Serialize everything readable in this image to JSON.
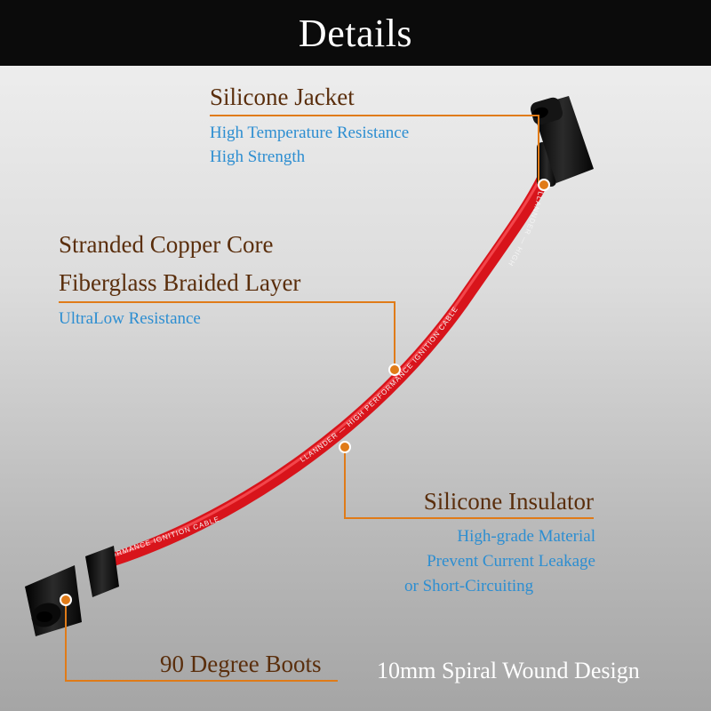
{
  "header": {
    "title": "Details"
  },
  "cable": {
    "print_upper": "LLANNDER — HIGH",
    "print_middle": "LLANNDER — HIGH  PERFORMANCE  IGNITION  CABLE",
    "print_lower": "FORMANCE  IGNITION  CABLE"
  },
  "callouts": {
    "silicone_jacket": {
      "title": "Silicone Jacket",
      "lines": [
        "High Temperature Resistance",
        "High Strength"
      ]
    },
    "copper_core": {
      "title_1": "Stranded Copper Core",
      "title_2": "Fiberglass Braided Layer",
      "lines": [
        "UltraLow Resistance"
      ]
    },
    "insulator": {
      "title": "Silicone Insulator",
      "lines": [
        "High-grade Material",
        "Prevent Current Leakage",
        "or Short-Circuiting"
      ]
    },
    "boots": {
      "title": "90 Degree Boots"
    }
  },
  "footer": {
    "note": "10mm Spiral Wound Design"
  },
  "colors": {
    "cable": "#d8141b",
    "boot": "#111111",
    "leader": "#e07b18",
    "heading": "#5a2e0c",
    "sub": "#2d8ed1"
  }
}
